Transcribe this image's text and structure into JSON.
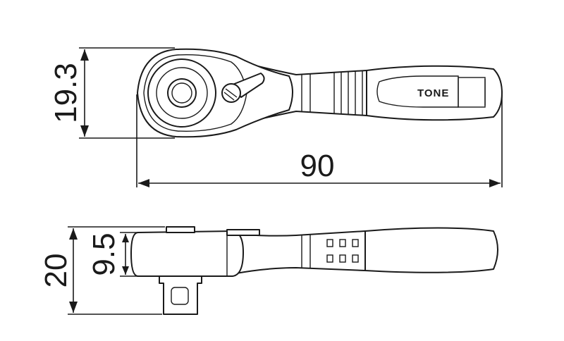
{
  "dimensions": {
    "top_height": "19.3",
    "overall_length": "90",
    "side_height": "20",
    "side_square": "9.5"
  },
  "brand_label": "TONE"
}
